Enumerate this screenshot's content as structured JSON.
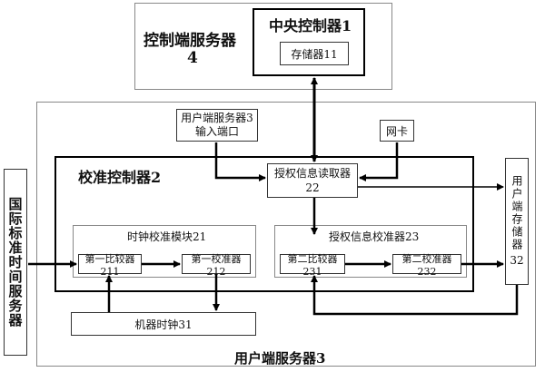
{
  "control_server": {
    "title": "控制端服务器",
    "number": "4"
  },
  "central_controller": {
    "title": "中央控制器1",
    "storage": "存储器11"
  },
  "user_server": {
    "title": "用户端服务器3"
  },
  "input_port": {
    "line1": "用户端服务器3",
    "line2": "输入端口"
  },
  "nic": {
    "label": "网卡"
  },
  "calib_controller": {
    "title": "校准控制器2"
  },
  "auth_reader": {
    "line1": "授权信息读取器",
    "line2": "22"
  },
  "clock_module": {
    "title": "时钟校准模块21",
    "cmp1": "第一比较器211",
    "cal1": "第一校准器212"
  },
  "auth_calib": {
    "title": "授权信息校准器23",
    "cmp2": "第二比较器231",
    "cal2": "第二校准器232"
  },
  "machine_clock": {
    "label": "机器时钟31"
  },
  "user_storage": {
    "chars": "用户端存储器",
    "number": "32"
  },
  "intl_time_server": {
    "chars": "国际标准时间服务器"
  }
}
